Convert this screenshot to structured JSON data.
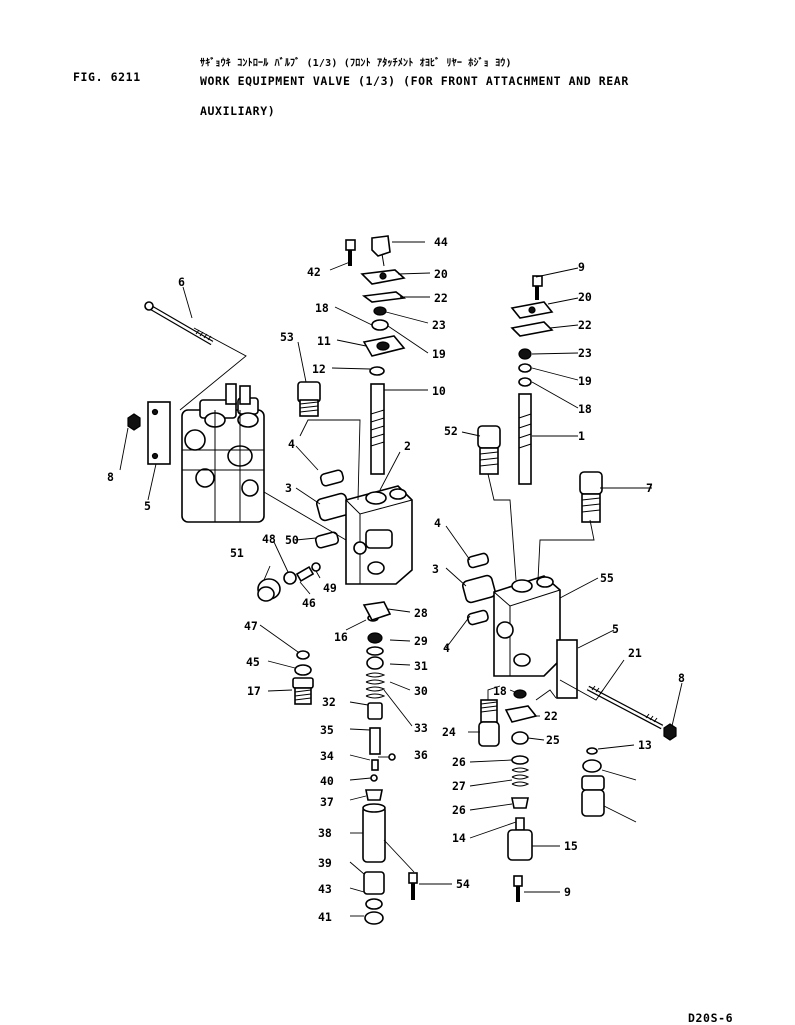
{
  "header": {
    "fig_label": "FIG. 6211",
    "title_jp": "ｻｷﾞｮｳｷ ｺﾝﾄﾛｰﾙ ﾊﾞﾙﾌﾞ (1/3) (ﾌﾛﾝﾄ ｱﾀｯﾁﾒﾝﾄ ｵﾖﾋﾞ ﾘﾔｰ ﾎｼﾞｮ ﾖｳ)",
    "title_en_line1": "WORK EQUIPMENT VALVE (1/3) (FOR FRONT ATTACHMENT AND REAR",
    "title_en_line2": "AUXILIARY)"
  },
  "footer": {
    "drawing_code": "D20S-6"
  },
  "callouts": [
    "44",
    "42",
    "20",
    "22",
    "23",
    "18",
    "19",
    "11",
    "53",
    "12",
    "10",
    "6",
    "4",
    "2",
    "3",
    "8",
    "5",
    "50",
    "51",
    "48",
    "49",
    "46",
    "47",
    "45",
    "17",
    "16",
    "28",
    "29",
    "31",
    "30",
    "32",
    "33",
    "35",
    "34",
    "36",
    "40",
    "37",
    "38",
    "39",
    "43",
    "41",
    "54",
    "9",
    "52",
    "1",
    "7",
    "55",
    "21",
    "24",
    "25",
    "26",
    "27",
    "14",
    "15",
    "13"
  ]
}
